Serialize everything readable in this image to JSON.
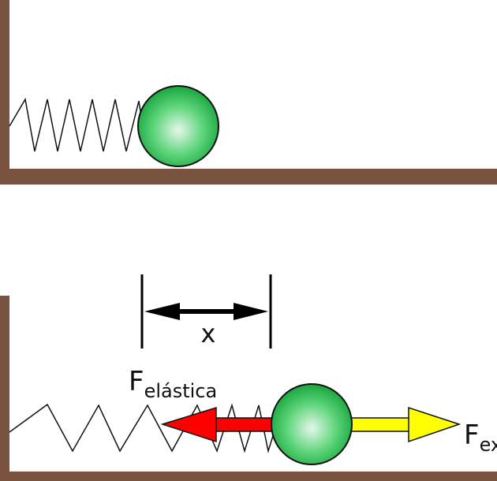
{
  "colors": {
    "wall": "#7a5340",
    "floor": "#7a5340",
    "spring": "#111111",
    "ball_light": "#e6f7ea",
    "ball_mid": "#5fd57c",
    "ball_dark": "#18a63d",
    "arrow_red": "#ff0000",
    "arrow_yellow": "#ffff00",
    "dimension": "#000000"
  },
  "top_panel": {
    "wall_icon": "wall",
    "spring_icon": "spring-relaxed",
    "ball_icon": "sphere"
  },
  "bottom_panel": {
    "wall_icon": "wall",
    "spring_icon": "spring-stretched",
    "ball_icon": "sphere",
    "displacement_label": "x",
    "elastic_force": {
      "symbol": "F",
      "subscript": "elástica",
      "direction": "left"
    },
    "external_force": {
      "symbol": "F",
      "subscript": "ex",
      "direction": "right"
    }
  }
}
